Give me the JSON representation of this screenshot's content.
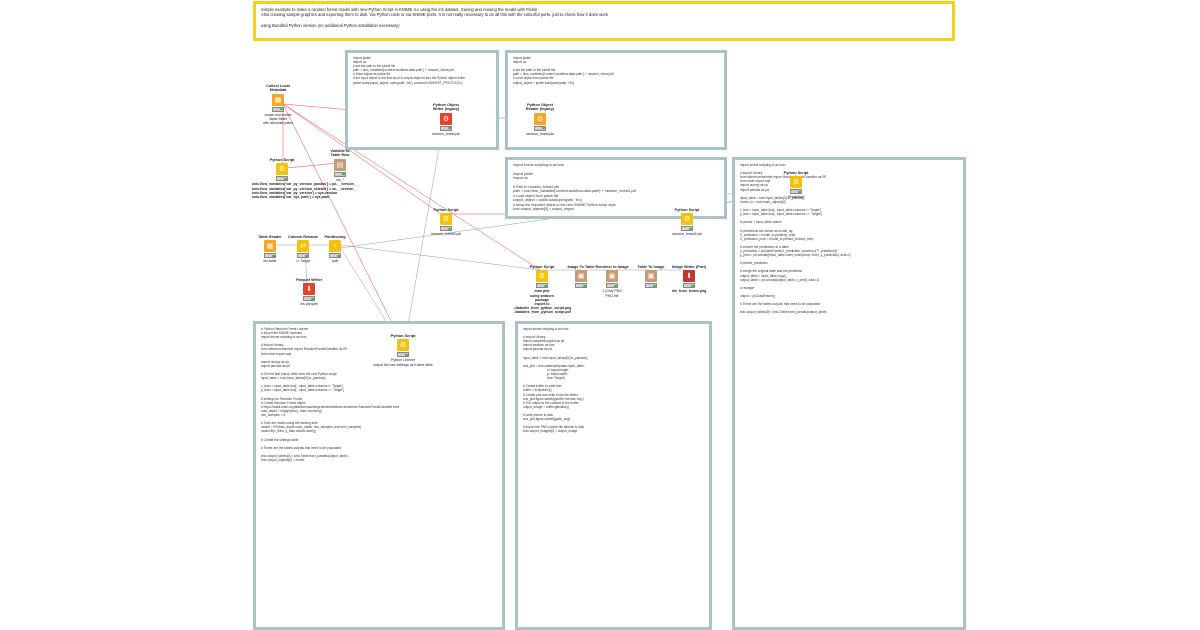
{
  "header": {
    "lines": [
      "Simple example to make a random forest model with new Python Script in KNIME 4.x using the iris dataset. Saving and reusing the model with Pickle",
      "Also creating sample graphics and exporting them to disk. Via Python code or via KNIME ports. It is not really necessary to do all this with the colourful ports, just to check how it does work",
      "",
      "using Bundled Python version (no additional Python installation necessary)"
    ]
  },
  "annotations": {
    "writer_code": "import pickle\nimport os\n# set the path to the pickel file\npath = flow_variables['context.workflow.data-path'] + 'random_forest.pkl'\n# Save object as pickle file\n# the input object is the first input & output object is into the Python object writer\npickle.dump(input_object, open(path, 'wb'), protocol=HIGHEST_PROTOCOL)",
    "reader_code": "import pickle\nimport os\n\n# set the path to the pickel file\npath = flow_variables['context.workflow.data-path'] + 'random_forest.pkl'\n# Load object from pickle file\noutput_object = pickle.load(open(path, 'rb'))",
    "loader_code": "import knime.scripting.io as knio\n\nimport pickle\nimport os\n\n# Path to random_forest2.pkl\npath = knio.flow_variables['context.workflow.data-path'] + 'random_forest2.pkl'\n# Load object from pickle file\noutput_object = pickle.load(open(path, 'rb'))\n# bring the imported object to the new KNIME Python script style\nknio.output_objects[0] = output_object",
    "predict_code": "import knime.scripting.io as knio\n\n# Import Library\nfrom sklearn.ensemble import RandomForestClassifier as RF\nfrom math import sqrt\nimport numpy as np\nimport pandas as pd\n\ninput_table = knio.input_tables[0].to_pandas()\nmodel_in = knio.input_objects[0]\n\nx_test = input_table.iloc[:, input_table.columns != 'Target']\ny_test = input_table.iloc[:, input_table.columns == 'Target']\n\n# predict = input_table.values\n\n# predictions are stored as model_ag\nX_prediction = model_in.predict(x_test)\nX_prediction_prob = model_in.predict_proba(x_test)\n\n# convert the predictions to a table\ny_prediction = pd.DataFrame(X_prediction, columns=['P_prediction'])\ny_pred = pd.concat([input_table.reset_index(drop=True), y_prediction], axis=1)\n\n# predict_prediction\n\n# merge the original table and the prediction\noutput_table = input_table.copy()\noutput_table = pd.concat([output_table, y_pred], axis=1)\n\n# reshape\n\noutput = pd.DataFrame()\n\n# These are the tables outputs that need to be populated\n\nknio.output_tables[0] = knio.Table.from_pandas(output_table)",
    "train_code": "# Python Random Forest Learner\n# Import the KNIME modules\nimport knime.scripting.io as knio\n\n# Import Library\nfrom sklearn.ensemble import RandomForestClassifier as RF\nfrom math import sqrt\n\nimport numpy as np\nimport pandas as pd\n\n# Get the first (input) table from the new Python script\ninput_table = knio.input_tables[0].to_pandas()\n\nx_train = input_table.iloc[:, input_table.columns != 'Target']\ny_train = input_table.iloc[:, input_table.columns == 'Target']\n\n# settings for Random Forest\n# Create Random Forest object\n# https://scikit-learn.org/stable/modules/generated/sklearn.ensemble.RandomForestClassifier.html\nmax_depth = int(sqrt(len(x_train.columns)))\nmin_samples = 5\n\n# Train the model using the training sets\nmodel = RF(max_depth=max_depth, min_samples_leaf=min_samples)\nmodel.fit(x_train, y_train.values.ravel())\n\n# Create the settings table\n\n# These are the tables outputs that need to be populated\n\nknio.output_tables[0] = knio.Table.from_pandas(output_table)\nknio.output_objects[0] = model",
    "plot_code": "import knime.scripting.io as knio\n\n# Import Library\nimport matplotlib.pyplot as plt\nimport seaborn as sns\nimport pandas as pd\n\ninput_table = knio.input_tables[0].to_pandas()\n\nsns_plot = sns.scatterplot(data=input_table,\n                           x='sepal.length',\n                           y='sepal.width',\n                           hue='Target')\n\n# Create buffer to write into\nbuffer = io.BytesIO()\n# Create plot and write it into the buffer\nsns_plot.figure.savefig(buffer, format='svg')\n# The output is the content of the buffer\noutput_image = buffer.getvalue()\n\n# write picture to disk\nsns_plot.figure.savefig(path_png)\n\n# export the PNG picture file directly to disk\nknio.output_images[0] = output_image"
  },
  "nodes": {
    "collect_local": {
      "title": "Collect Local\nMetadata",
      "label": "locate and create\n/data/ folder\nwith absolute paths"
    },
    "python_script_paths": {
      "title": "Python Script",
      "label": "knio.flow_variables['var_py_version_pandas'] = pd.__version__\nknio.flow_variables['var_py_version_sklearn'] = sk.__version__\nknio.flow_variables['var_py_version'] = sys.version\nknio.flow_variables['var_sys_path'] = sys.path"
    },
    "variable_to_table": {
      "title": "Variable to\nTable Row",
      "label": "var_*"
    },
    "table_reader": {
      "title": "Table Reader",
      "label": "iris table"
    },
    "column_rename": {
      "title": "Column Rename",
      "label": "=> Target"
    },
    "partitioning": {
      "title": "Partitioning",
      "label": "split"
    },
    "parquet_writer": {
      "title": "Parquet Writer",
      "label": "iris.parquet"
    },
    "object_writer": {
      "title": "Python Object\nWriter (legacy)",
      "label": "random_forest.pkl"
    },
    "object_reader": {
      "title": "Python Object\nReader (legacy)",
      "label": "random_forest.pkl"
    },
    "python_script_load": {
      "title": "Python Script",
      "label": "random_forest2.pkl"
    },
    "python_script_save": {
      "title": "Python Script",
      "label": "random_forest2.pkl"
    },
    "python_script_predict_top": {
      "title": "Python Script",
      "label": "Prediction"
    },
    "python_script_learner": {
      "title": "Python Script",
      "label": "Python Learner\noutput the tree settings as Knime table"
    },
    "python_script_plot": {
      "title": "Python Script",
      "label": "train plot\nusing seaborn\npackage\nexport to\n../data/iris_from_python_script.png\n../data/iris_from_python_script.pdf"
    },
    "image_to_table": {
      "title": "Image To Table",
      "label": ""
    },
    "rename_to_image": {
      "title": "Renderer to Image",
      "label": "1 (Only PNG\nPNG file"
    },
    "table_to_image": {
      "title": "Table To Image",
      "label": ""
    },
    "image_writer": {
      "title": "Image Writer (Port)",
      "label": "iris_from_knime.png"
    }
  },
  "colors": {
    "header_border": "#f2d21b",
    "annotation_border": "#a9c3c7",
    "wire": "#e34b4b",
    "wire_gray": "#999999"
  }
}
